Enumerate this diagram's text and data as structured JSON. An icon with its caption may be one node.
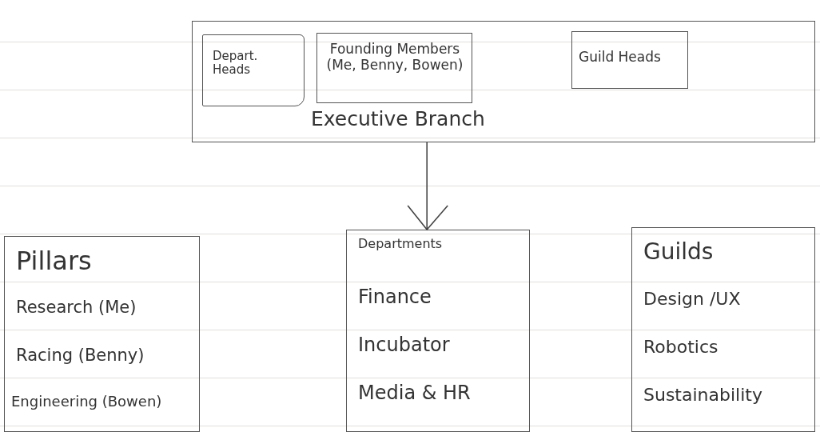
{
  "diagram": {
    "nodes": [
      {
        "text": [
          "Executive Branch"
        ]
      },
      {
        "text": [
          "Depart. Heads"
        ],
        "in": 0
      },
      {
        "text": [
          "Founding Members (Me, Benny, Bowen)"
        ],
        "in": 0
      },
      {
        "text": [
          "Guild Heads"
        ],
        "in": 0
      },
      {
        "text": [
          "Pillars",
          "Research (Me)",
          "Racing (Benny)",
          "Engineering (Bowen)"
        ]
      },
      {
        "text": [
          "Departments",
          "Finance",
          "Incubator",
          "Media & HR"
        ]
      },
      {
        "text": [
          "Guilds",
          "Design /UX",
          "Robotics",
          "Sustainability"
        ]
      }
    ],
    "edges": [
      {
        "from": 0,
        "to": 5,
        "arrow": "to"
      }
    ]
  }
}
